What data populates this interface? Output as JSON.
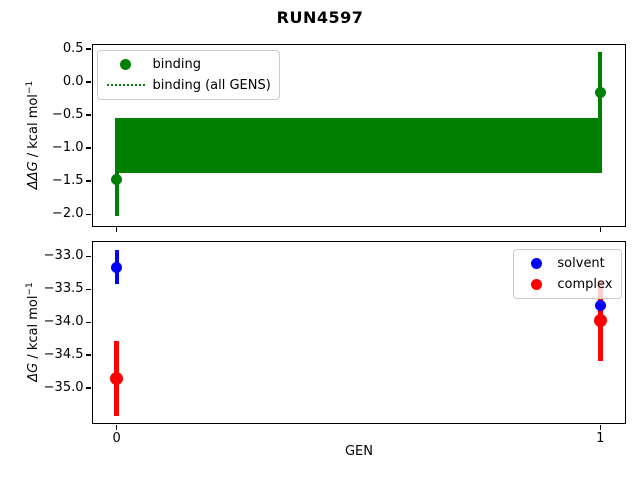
{
  "figure": {
    "title": "RUN4597",
    "xlabel": "GEN",
    "background": "#ffffff"
  },
  "chart_data": [
    {
      "type": "scatter",
      "title": "",
      "ylabel": {
        "math": "ΔΔG",
        "rest": " / kcal mol",
        "sup": "−1"
      },
      "xlim": [
        -0.05,
        1.05
      ],
      "ylim": [
        -2.17,
        0.57
      ],
      "grid": false,
      "show_xtick_labels": false,
      "xticks": [
        {
          "v": 0,
          "label": "0"
        },
        {
          "v": 1,
          "label": "1"
        }
      ],
      "yticks": [
        {
          "v": 0.5,
          "label": "0.5"
        },
        {
          "v": 0.0,
          "label": "0.0"
        },
        {
          "v": -0.5,
          "label": "−0.5"
        },
        {
          "v": -1.0,
          "label": "−1.0"
        },
        {
          "v": -1.5,
          "label": "−1.5"
        },
        {
          "v": -2.0,
          "label": "−2.0"
        }
      ],
      "series": [
        {
          "name": "binding (all GENS)",
          "type": "band",
          "color": "#008000",
          "x_range": [
            0,
            1
          ],
          "y_range": [
            -1.38,
            -0.54
          ],
          "center_line": {
            "y": -0.96,
            "style": "dotted"
          }
        },
        {
          "name": "binding",
          "type": "errorbar",
          "color": "#008000",
          "marker": "circle",
          "points": [
            {
              "x": 0,
              "y": -1.48,
              "yerr": 0.55
            },
            {
              "x": 1,
              "y": -0.16,
              "yerr": 0.62
            }
          ]
        }
      ],
      "legend": {
        "position": "upper left",
        "entries": [
          {
            "label": "binding",
            "marker": "dot",
            "color": "#008000"
          },
          {
            "label": "binding (all GENS)",
            "marker": "dotted-line",
            "color": "#008000"
          }
        ]
      }
    },
    {
      "type": "scatter",
      "title": "",
      "ylabel": {
        "math": "ΔG",
        "rest": " / kcal mol",
        "sup": "−1"
      },
      "xlabel": "GEN",
      "xlim": [
        -0.05,
        1.05
      ],
      "ylim": [
        -35.53,
        -32.78
      ],
      "grid": false,
      "show_xtick_labels": true,
      "xticks": [
        {
          "v": 0,
          "label": "0"
        },
        {
          "v": 1,
          "label": "1"
        }
      ],
      "yticks": [
        {
          "v": -33.0,
          "label": "−33.0"
        },
        {
          "v": -33.5,
          "label": "−33.5"
        },
        {
          "v": -34.0,
          "label": "−34.0"
        },
        {
          "v": -34.5,
          "label": "−34.5"
        },
        {
          "v": -35.0,
          "label": "−35.0"
        }
      ],
      "series": [
        {
          "name": "solvent",
          "type": "errorbar",
          "color": "#0000ff",
          "marker": "circle",
          "points": [
            {
              "x": 0,
              "y": -33.16,
              "yerr": 0.26
            },
            {
              "x": 1,
              "y": -33.75,
              "yerr": 0.14
            }
          ]
        },
        {
          "name": "complex",
          "type": "errorbar",
          "color": "#ff0000",
          "marker": "circle",
          "points": [
            {
              "x": 0,
              "y": -34.85,
              "yerr": 0.57
            },
            {
              "x": 1,
              "y": -33.97,
              "yerr": 0.62
            }
          ]
        }
      ],
      "legend": {
        "position": "upper right",
        "entries": [
          {
            "label": "solvent",
            "marker": "dot",
            "color": "#0000ff"
          },
          {
            "label": "complex",
            "marker": "dot",
            "color": "#ff0000"
          }
        ]
      }
    }
  ]
}
